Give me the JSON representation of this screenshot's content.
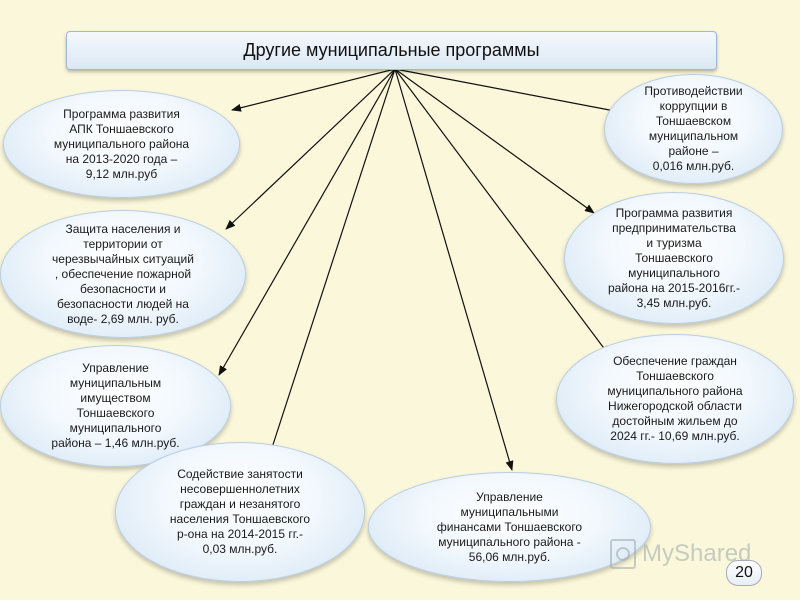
{
  "title": "Другие  муниципальные программы",
  "nodes": {
    "apk": "Программа развития\nАПК Тоншаевского\nмуниципального района\nна 2013-2020 года –\n9,12 млн.руб",
    "emergency": "Защита населения и\nтерритории от\nчерезвычайных ситуаций\n, обеспечение пожарной\nбезопасности и\nбезопасности людей на\nводе- 2,69 млн. руб.",
    "property": "Управление\nмуниципальным\nимуществом\nТоншаевского\nмуниципального\nрайона – 1,46 млн.руб.",
    "employment": "Содействие занятости\nнесовершеннолетних\nграждан и незанятого\nнаселения Тоншаевского\nр-она на 2014-2015 гг.-\n0,03 млн.руб.",
    "finance": "Управление\nмуниципальными\nфинансами Тоншаевского\nмуниципального района -\n56,06 млн.руб.",
    "corruption": "Противодействии\nкоррупции в\nТоншаевском\nмуниципальном\nрайоне –\n0,016 млн.руб.",
    "business": "Программа развития\nпредпринимательства\nи туризма\nТоншаевского\nмуниципального\nрайона на 2015-2016гг.-\n3,45 млн.руб.",
    "housing": "Обеспечение граждан\nТоншаевского\nмуниципального района\nНижегородской области\nдостойным жильем до\n2024 гг.- 10,69 млн.руб."
  },
  "watermark": "MyShared",
  "page_number": "20"
}
